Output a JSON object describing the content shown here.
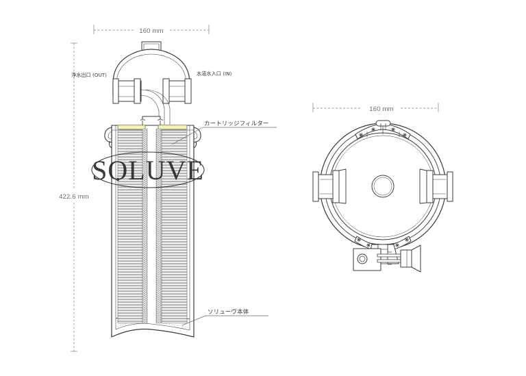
{
  "document": {
    "title": "SOLUVE Filter Housing Technical Drawing",
    "background_color": "#ffffff",
    "line_color": "#3a3a3a",
    "dimension_color": "#8a8a8a",
    "watermark_color": "#1a1a1a"
  },
  "watermark": {
    "text": "SOLUVE"
  },
  "dimensions": {
    "front_width": {
      "label": "160 mm",
      "orientation": "horizontal",
      "view": "front"
    },
    "front_height": {
      "label": "422.6 mm",
      "orientation": "vertical",
      "view": "front"
    },
    "top_width": {
      "label": "160 mm",
      "orientation": "horizontal",
      "view": "top"
    }
  },
  "annotations": {
    "outlet": {
      "label": "浄水出口 (OUT)",
      "description": "purified-water-outlet"
    },
    "inlet": {
      "label": "水道水入口 (IN)",
      "description": "tap-water-inlet"
    },
    "cartridge": {
      "label": "カートリッジフィルター",
      "description": "cartridge-filter"
    },
    "body": {
      "label": "ソリューヴ本体",
      "description": "soluve-main-body"
    }
  },
  "views": {
    "front": {
      "name": "front-section-view"
    },
    "top": {
      "name": "top-plan-view"
    }
  },
  "colors": {
    "cartridge_cap_light": "#f7f7c0",
    "cartridge_cap_dark": "#dede4e",
    "pleat_fill": "#b9b9b9",
    "gasket_fill": "#9a9a9a"
  }
}
